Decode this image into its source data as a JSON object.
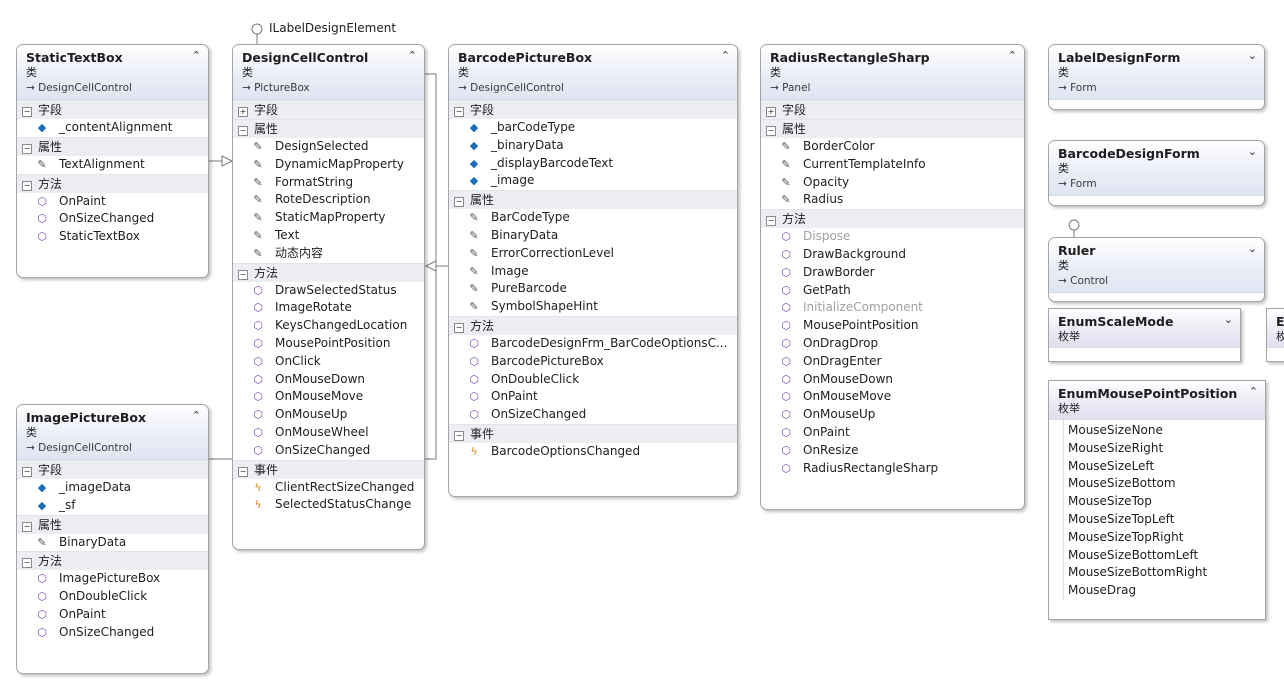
{
  "interface": {
    "name": "ILabelDesignElement"
  },
  "boxes": {
    "static": {
      "title": "StaticTextBox",
      "stereotype": "类",
      "base": "DesignCellControl",
      "toggle": "⌃",
      "sections": [
        {
          "label": "字段",
          "sign": "−",
          "items": [
            {
              "icon": "field",
              "text": "_contentAlignment"
            }
          ]
        },
        {
          "label": "属性",
          "sign": "−",
          "items": [
            {
              "icon": "prop",
              "text": "TextAlignment"
            }
          ]
        },
        {
          "label": "方法",
          "sign": "−",
          "items": [
            {
              "icon": "meth",
              "text": "OnPaint"
            },
            {
              "icon": "meth",
              "text": "OnSizeChanged"
            },
            {
              "icon": "meth",
              "text": "StaticTextBox"
            }
          ]
        }
      ]
    },
    "image": {
      "title": "ImagePictureBox",
      "stereotype": "类",
      "base": "DesignCellControl",
      "toggle": "⌃",
      "sections": [
        {
          "label": "字段",
          "sign": "−",
          "items": [
            {
              "icon": "field",
              "text": "_imageData"
            },
            {
              "icon": "field",
              "text": "_sf"
            }
          ]
        },
        {
          "label": "属性",
          "sign": "−",
          "items": [
            {
              "icon": "prop",
              "text": "BinaryData"
            }
          ]
        },
        {
          "label": "方法",
          "sign": "−",
          "items": [
            {
              "icon": "meth",
              "text": "ImagePictureBox"
            },
            {
              "icon": "meth",
              "text": "OnDoubleClick"
            },
            {
              "icon": "meth",
              "text": "OnPaint"
            },
            {
              "icon": "meth",
              "text": "OnSizeChanged"
            }
          ]
        }
      ]
    },
    "design": {
      "title": "DesignCellControl",
      "stereotype": "类",
      "base": "PictureBox",
      "toggle": "⌃",
      "sections": [
        {
          "label": "字段",
          "sign": "+",
          "items": []
        },
        {
          "label": "属性",
          "sign": "−",
          "items": [
            {
              "icon": "prop",
              "text": "DesignSelected"
            },
            {
              "icon": "prop",
              "text": "DynamicMapProperty"
            },
            {
              "icon": "prop",
              "text": "FormatString"
            },
            {
              "icon": "prop",
              "text": "RoteDescription"
            },
            {
              "icon": "prop",
              "text": "StaticMapProperty"
            },
            {
              "icon": "prop",
              "text": "Text"
            },
            {
              "icon": "prop",
              "text": "动态内容"
            }
          ]
        },
        {
          "label": "方法",
          "sign": "−",
          "items": [
            {
              "icon": "meth",
              "text": "DrawSelectedStatus"
            },
            {
              "icon": "meth",
              "text": "ImageRotate"
            },
            {
              "icon": "meth",
              "text": "KeysChangedLocation"
            },
            {
              "icon": "meth",
              "text": "MousePointPosition"
            },
            {
              "icon": "meth",
              "text": "OnClick"
            },
            {
              "icon": "meth",
              "text": "OnMouseDown"
            },
            {
              "icon": "meth",
              "text": "OnMouseMove"
            },
            {
              "icon": "meth",
              "text": "OnMouseUp"
            },
            {
              "icon": "meth",
              "text": "OnMouseWheel"
            },
            {
              "icon": "meth",
              "text": "OnSizeChanged"
            }
          ]
        },
        {
          "label": "事件",
          "sign": "−",
          "items": [
            {
              "icon": "evt",
              "text": "ClientRectSizeChanged"
            },
            {
              "icon": "evt",
              "text": "SelectedStatusChange"
            }
          ]
        }
      ]
    },
    "barcode": {
      "title": "BarcodePictureBox",
      "stereotype": "类",
      "base": "DesignCellControl",
      "toggle": "⌃",
      "sections": [
        {
          "label": "字段",
          "sign": "−",
          "items": [
            {
              "icon": "field",
              "text": "_barCodeType"
            },
            {
              "icon": "field",
              "text": "_binaryData"
            },
            {
              "icon": "field",
              "text": "_displayBarcodeText"
            },
            {
              "icon": "field",
              "text": "_image"
            }
          ]
        },
        {
          "label": "属性",
          "sign": "−",
          "items": [
            {
              "icon": "prop",
              "text": "BarCodeType"
            },
            {
              "icon": "prop",
              "text": "BinaryData"
            },
            {
              "icon": "prop",
              "text": "ErrorCorrectionLevel"
            },
            {
              "icon": "prop",
              "text": "Image"
            },
            {
              "icon": "prop",
              "text": "PureBarcode"
            },
            {
              "icon": "prop",
              "text": "SymbolShapeHint"
            }
          ]
        },
        {
          "label": "方法",
          "sign": "−",
          "items": [
            {
              "icon": "meth",
              "text": "BarcodeDesignFrm_BarCodeOptionsC..."
            },
            {
              "icon": "meth",
              "text": "BarcodePictureBox"
            },
            {
              "icon": "meth",
              "text": "OnDoubleClick"
            },
            {
              "icon": "meth",
              "text": "OnPaint"
            },
            {
              "icon": "meth",
              "text": "OnSizeChanged"
            }
          ]
        },
        {
          "label": "事件",
          "sign": "−",
          "items": [
            {
              "icon": "evt",
              "text": "BarcodeOptionsChanged"
            }
          ]
        }
      ]
    },
    "radius": {
      "title": "RadiusRectangleSharp",
      "stereotype": "类",
      "base": "Panel",
      "toggle": "⌃",
      "sections": [
        {
          "label": "字段",
          "sign": "+",
          "items": []
        },
        {
          "label": "属性",
          "sign": "−",
          "items": [
            {
              "icon": "prop",
              "text": "BorderColor"
            },
            {
              "icon": "prop",
              "text": "CurrentTemplateInfo"
            },
            {
              "icon": "prop",
              "text": "Opacity"
            },
            {
              "icon": "prop",
              "text": "Radius"
            }
          ]
        },
        {
          "label": "方法",
          "sign": "−",
          "items": [
            {
              "icon": "meth",
              "text": "Dispose",
              "dim": true
            },
            {
              "icon": "meth",
              "text": "DrawBackground"
            },
            {
              "icon": "meth",
              "text": "DrawBorder"
            },
            {
              "icon": "meth",
              "text": "GetPath"
            },
            {
              "icon": "meth",
              "text": "InitializeComponent",
              "dim": true
            },
            {
              "icon": "meth",
              "text": "MousePointPosition"
            },
            {
              "icon": "meth",
              "text": "OnDragDrop"
            },
            {
              "icon": "meth",
              "text": "OnDragEnter"
            },
            {
              "icon": "meth",
              "text": "OnMouseDown"
            },
            {
              "icon": "meth",
              "text": "OnMouseMove"
            },
            {
              "icon": "meth",
              "text": "OnMouseUp"
            },
            {
              "icon": "meth",
              "text": "OnPaint"
            },
            {
              "icon": "meth",
              "text": "OnResize"
            },
            {
              "icon": "meth",
              "text": "RadiusRectangleSharp"
            }
          ]
        }
      ]
    },
    "labelform": {
      "title": "LabelDesignForm",
      "stereotype": "类",
      "base": "Form",
      "toggle": "⌄",
      "sections": []
    },
    "barcodeform": {
      "title": "BarcodeDesignForm",
      "stereotype": "类",
      "base": "Form",
      "toggle": "⌄",
      "sections": []
    },
    "ruler": {
      "title": "Ruler",
      "stereotype": "类",
      "base": "Control",
      "toggle": "⌄",
      "sections": []
    },
    "scale": {
      "title": "EnumScaleMode",
      "stereotype": "枚举",
      "toggle": "⌄",
      "sections": []
    },
    "partial": {
      "title": "E",
      "stereotype": "枚",
      "sections": []
    },
    "mouse": {
      "title": "EnumMousePointPosition",
      "stereotype": "枚举",
      "toggle": "⌃",
      "enumValues": [
        "MouseSizeNone",
        "MouseSizeRight",
        "MouseSizeLeft",
        "MouseSizeBottom",
        "MouseSizeTop",
        "MouseSizeTopLeft",
        "MouseSizeTopRight",
        "MouseSizeBottomLeft",
        "MouseSizeBottomRight",
        "MouseDrag"
      ]
    }
  },
  "icons": {
    "field": "cube-icon",
    "prop": "wrench-icon",
    "meth": "method-icon",
    "evt": "lightning-icon"
  },
  "colors": {
    "field": "#1f6bb5",
    "method": "#7a4aa8",
    "event": "#e08a1a",
    "line": "#7a7a7a"
  }
}
